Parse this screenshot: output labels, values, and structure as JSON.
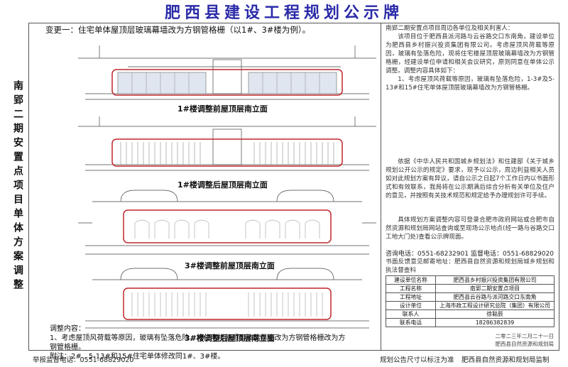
{
  "title": "肥西县建设工程规划公示牌",
  "side_title": "南郢二期安置点项目单体方案调整",
  "change_title": "变更一：住宅单体屋顶层玻璃幕墙改为方钢管格栅（以1#、3#楼为例）。",
  "elevations": [
    {
      "caption": "1#楼调整前屋顶层南立面"
    },
    {
      "caption": "1#楼调整后屋顶层南立面"
    },
    {
      "caption": "3#楼调整前屋顶层南立面"
    },
    {
      "caption": "3#楼调整后屋顶层南立面"
    }
  ],
  "notes": {
    "heading": "调整内容：",
    "line1": "1、考虑屋顶风荷载等原因，玻璃有坠落危险，将住宅楼屋顶层玻璃幕墙改为方钢管格栅改为方钢管格栅。",
    "line2": "附注：2#、5-13#和15#住宅单体修改同1#、3#楼。"
  },
  "right_panel": {
    "intro": "南郢二期安置点项目周边各单位及相关利害人：",
    "p1": "该项目位于肥西县派河路与云谷路交口东南角，建设单位为肥西县乡村振兴投资集团有限公司。考虑屋顶风荷载等原因，玻璃有坠落危险，现将住宅楼屋顶层玻璃幕墙改为方钢管格栅，经建设单位申请和相关会议研究，原则同意在单体公示调整。调整内容具体如下：",
    "p2": "1、考虑屋顶风荷载等原因，玻璃有坠落危险，1-3#及5-13#和15#住宅单体屋顶层玻璃幕墙改为方钢管格栅。",
    "p3": "依据《中华人民共和国城乡规划法》和住建部《关于城乡规划公开公示的规定》要求，现予以公示，周边利益相关人员如对此规划方案有异议，请自公示之日起7个工作日内以书面形式和有效联系，我局将在公示期满后综合分析有关单位及住户的意见，并按照有关技术规范和规定给予办理规划许可手续。",
    "p4": "具体规划方案调整内容可登录合肥市政府网站或合肥市自然资源和规划局网站查询或至现场公示地点(经一路与谷路交口工地大门处)查看公示牌现面。",
    "consult_phone": "咨询电话：0551-68232901",
    "supervise_phone": "监督电话：0551-68829020",
    "mail_address": "书面反馈意见邮寄地址：肥西县自然资源和规划局城乡规划和执法督查科",
    "table": [
      {
        "k": "建设单位名称",
        "v": "肥西县乡村振兴投资集团有限公司"
      },
      {
        "k": "工程名称",
        "v": "南郢二期安置点项目"
      },
      {
        "k": "工程地址",
        "v": "肥西县云谷路与派河路交口东南角"
      },
      {
        "k": "设计单位",
        "v": "上海市政工程设计研究总院（集团）有限公司"
      },
      {
        "k": "联系人",
        "v": "徐聪辰"
      },
      {
        "k": "联系电话",
        "v": "18286382839"
      }
    ],
    "date": "二零二三年二月二十一日",
    "org": "肥西县自然资源和规划局"
  },
  "footer": {
    "report_phone": "举报监督电话：0551-68829020",
    "size_note": "规划公告尺寸以标注为准",
    "supervisor": "肥西县自然资源和规划局监制"
  },
  "colors": {
    "title": "#2a2aa8",
    "highlight": "#c0262b"
  }
}
